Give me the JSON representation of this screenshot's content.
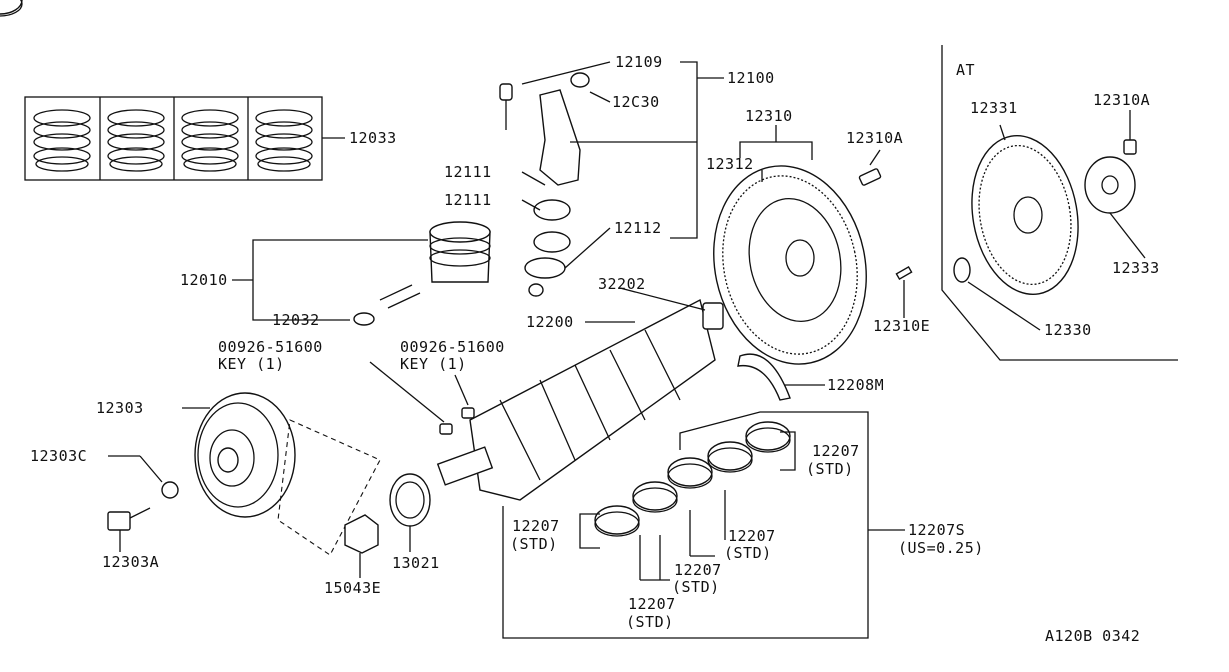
{
  "labels": {
    "p12033": "12033",
    "p12109": "12109",
    "p12100": "12100",
    "p12030": "12C30",
    "p12310": "12310",
    "p12312": "12312",
    "p12310A_main": "12310A",
    "p12111a": "12111",
    "p12111b": "12111",
    "p12112": "12112",
    "p12010": "12010",
    "p32202": "32202",
    "p12032": "12032",
    "p12200": "12200",
    "p12310E": "12310E",
    "key_left_part": "00926-51600",
    "key_left_qty": "KEY (1)",
    "key_right_part": "00926-51600",
    "key_right_qty": "KEY (1)",
    "p12208M": "12208M",
    "p12303": "12303",
    "p12303C": "12303C",
    "p12303A": "12303A",
    "p15043E": "15043E",
    "p13021": "13021",
    "bearing_top_part": "12207",
    "bearing_top_std": "(STD)",
    "bearing_left_part": "12207",
    "bearing_left_std": "(STD)",
    "bearing_mid_part": "12207",
    "bearing_mid_std": "(STD)",
    "bearing_low_part": "12207",
    "bearing_low_std": "(STD)",
    "bearing_bottom_part": "12207",
    "bearing_bottom_std": "(STD)",
    "p12207S": "12207S",
    "p12207S_note": "(US=0.25)",
    "at_title": "AT",
    "p12331": "12331",
    "p12310A_at": "12310A",
    "p12333": "12333",
    "p12330": "12330",
    "figure_code": "A120B 0342"
  }
}
